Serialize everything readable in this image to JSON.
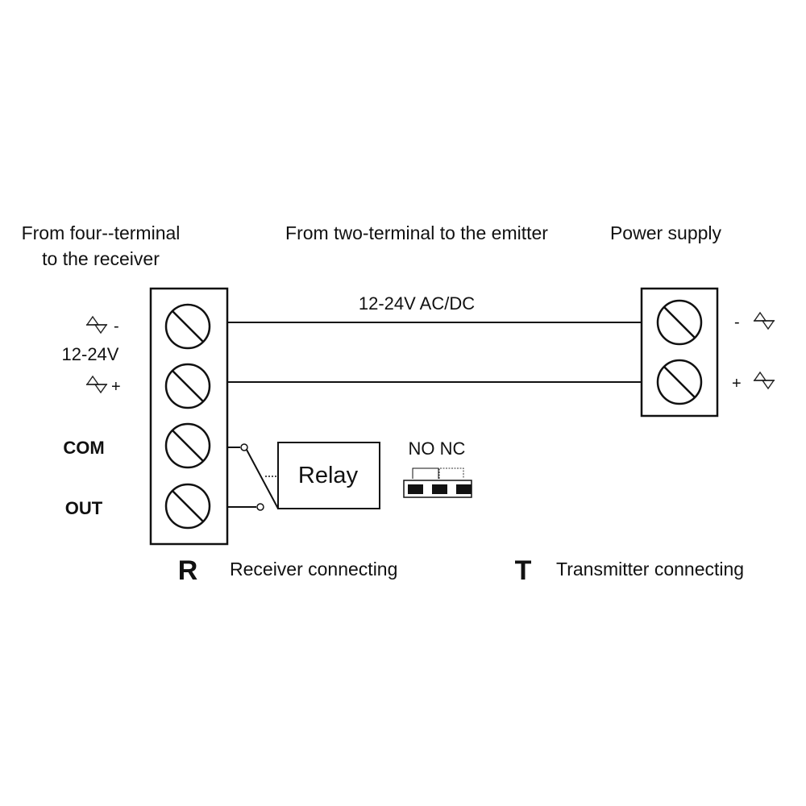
{
  "headings": {
    "receiver_line1": "From four--terminal",
    "receiver_line2": "to the receiver",
    "emitter": "From two-terminal to the emitter",
    "power": "Power supply"
  },
  "wire_label": "12-24V AC/DC",
  "receiver_terminals": {
    "minus_sign": "-",
    "voltage": "12-24V",
    "plus_sign": "+",
    "com": "COM",
    "out": "OUT"
  },
  "power_terminals": {
    "minus_sign": "-",
    "plus_sign": "+"
  },
  "relay": {
    "label": "Relay",
    "jumper_label": "NO NC"
  },
  "legend": {
    "r_letter": "R",
    "r_text": "Receiver connecting",
    "t_letter": "T",
    "t_text": "Transmitter connecting"
  },
  "icons": [
    "ac-dc-symbol-icon",
    "screw-terminal-icon",
    "jumper-pins-icon"
  ]
}
